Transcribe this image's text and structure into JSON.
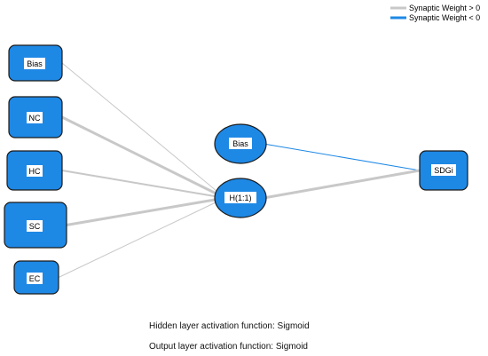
{
  "legend": {
    "positive_label": "Synaptic Weight > 0",
    "negative_label": "Synaptic Weight < 0",
    "positive_color": "#c8c8c8",
    "negative_color": "#1e88e5"
  },
  "colors": {
    "node_fill": "#1e88e5",
    "node_stroke": "#1a1a1a",
    "label_box_fill": "#ffffff"
  },
  "input_layer": {
    "nodes": [
      {
        "id": "in-bias",
        "label": "Bias"
      },
      {
        "id": "in-nc",
        "label": "NC"
      },
      {
        "id": "in-hc",
        "label": "HC"
      },
      {
        "id": "in-sc",
        "label": "SC"
      },
      {
        "id": "in-ec",
        "label": "EC"
      }
    ]
  },
  "hidden_layer": {
    "nodes": [
      {
        "id": "hid-bias",
        "label": "Bias"
      },
      {
        "id": "hid-h11",
        "label": "H(1:1)"
      }
    ]
  },
  "output_layer": {
    "nodes": [
      {
        "id": "out-sdgi",
        "label": "SDGi"
      }
    ]
  },
  "connections": [
    {
      "from": "in-bias",
      "to": "hid-h11",
      "sign": "positive",
      "strength": 1
    },
    {
      "from": "in-nc",
      "to": "hid-h11",
      "sign": "positive",
      "strength": 3
    },
    {
      "from": "in-hc",
      "to": "hid-h11",
      "sign": "positive",
      "strength": 2
    },
    {
      "from": "in-sc",
      "to": "hid-h11",
      "sign": "positive",
      "strength": 3
    },
    {
      "from": "in-ec",
      "to": "hid-h11",
      "sign": "positive",
      "strength": 1
    },
    {
      "from": "hid-bias",
      "to": "out-sdgi",
      "sign": "negative",
      "strength": 1
    },
    {
      "from": "hid-h11",
      "to": "out-sdgi",
      "sign": "positive",
      "strength": 3
    }
  ],
  "footer": {
    "hidden_activation": "Hidden layer activation function: Sigmoid",
    "output_activation": "Output layer activation function: Sigmoid"
  }
}
